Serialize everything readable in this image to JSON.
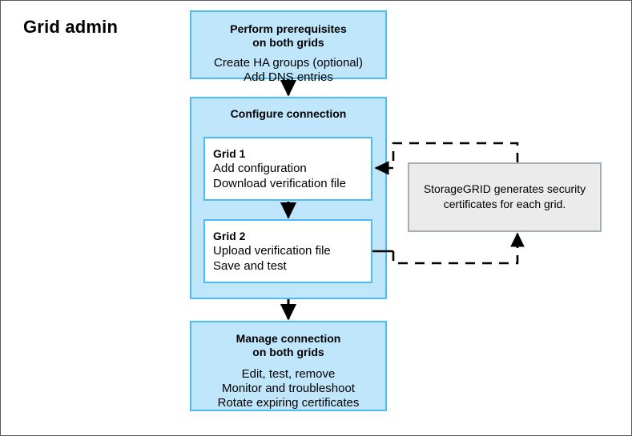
{
  "diagram": {
    "role_label": "Grid admin",
    "colors": {
      "box_fill": "#bfe6fb",
      "box_border": "#4cbcf5",
      "inner_fill": "#ffffff",
      "note_fill": "#ebebeb",
      "note_border": "#a6aeb3",
      "arrow": "#000000",
      "canvas_border": "#5a5a5a"
    },
    "steps": {
      "prerequisites": {
        "title": "Perform prerequisites\non both grids",
        "body": "Create HA groups (optional)\nAdd DNS entries"
      },
      "configure": {
        "title": "Configure connection",
        "grid1": {
          "title": "Grid 1",
          "body": "Add configuration\nDownload verification file"
        },
        "grid2": {
          "title": "Grid 2",
          "body": "Upload verification file\nSave and test"
        }
      },
      "manage": {
        "title": "Manage connection\non both grids",
        "body": "Edit, test, remove\nMonitor and troubleshoot\nRotate expiring certificates"
      }
    },
    "note": {
      "text": "StorageGRID generates security\ncertificates for each grid."
    }
  }
}
